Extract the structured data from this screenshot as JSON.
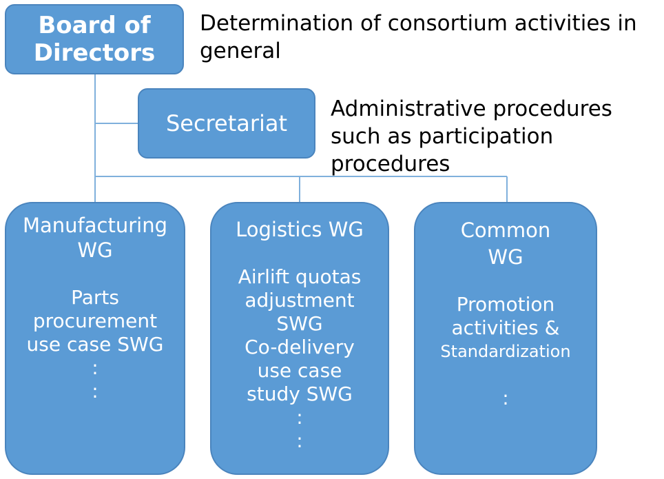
{
  "board": {
    "title_lines": [
      "Board of",
      "Directors"
    ],
    "description_lines": [
      "Determination of consortium activities in",
      "general"
    ]
  },
  "secretariat": {
    "title": "Secretariat",
    "description_lines": [
      "Administrative procedures",
      "such as participation",
      "procedures"
    ]
  },
  "working_groups": [
    {
      "title_lines": [
        "Manufacturing",
        "WG"
      ],
      "items": [
        "Parts",
        "procurement",
        "use case SWG"
      ],
      "dots": [
        ":",
        ":"
      ]
    },
    {
      "title_lines": [
        "Logistics WG"
      ],
      "items": [
        "Airlift quotas",
        "adjustment",
        "SWG",
        "Co-delivery",
        "use case",
        "study SWG"
      ],
      "dots": [
        ":",
        ":"
      ]
    },
    {
      "title_lines": [
        "Common",
        "WG"
      ],
      "items": [
        "Promotion",
        "activities &",
        "Standardization"
      ],
      "dots": [
        ":"
      ]
    }
  ],
  "colors": {
    "box_fill": "#5b9bd5",
    "box_border": "#4a84bd",
    "connector": "#7fb0dc",
    "box_text": "#ffffff",
    "description_text": "#000000"
  }
}
